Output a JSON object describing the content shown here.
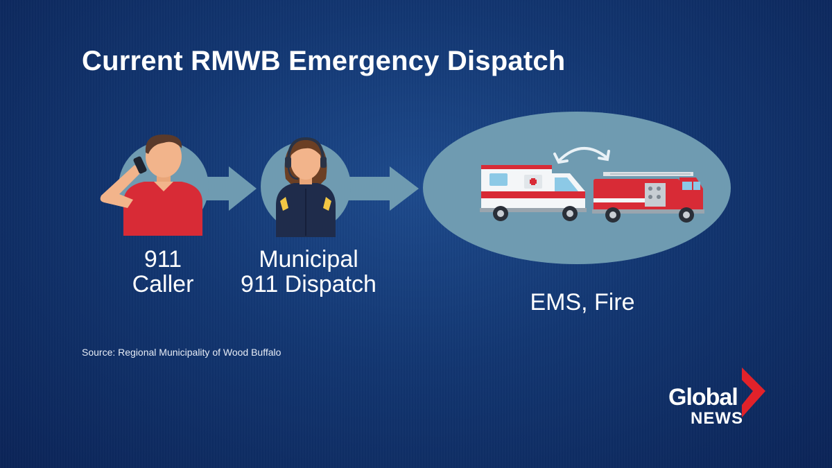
{
  "title": "Current RMWB Emergency Dispatch",
  "nodes": {
    "caller": {
      "line1": "911",
      "line2": "Caller"
    },
    "dispatch": {
      "line1": "Municipal",
      "line2": "911 Dispatch"
    },
    "responders": {
      "label": "EMS, Fire"
    }
  },
  "source": "Source: Regional Municipality of Wood Buffalo",
  "logo": {
    "line1": "Global",
    "line2": "NEWS"
  },
  "colors": {
    "background": "#123671",
    "circle": "#6f9bb1",
    "arrow": "#6f9bb1",
    "logo_chevron": "#e2222a"
  },
  "icons": [
    "caller-person-icon",
    "dispatcher-person-icon",
    "ambulance-icon",
    "fire-truck-icon",
    "swap-arrow-icon"
  ]
}
